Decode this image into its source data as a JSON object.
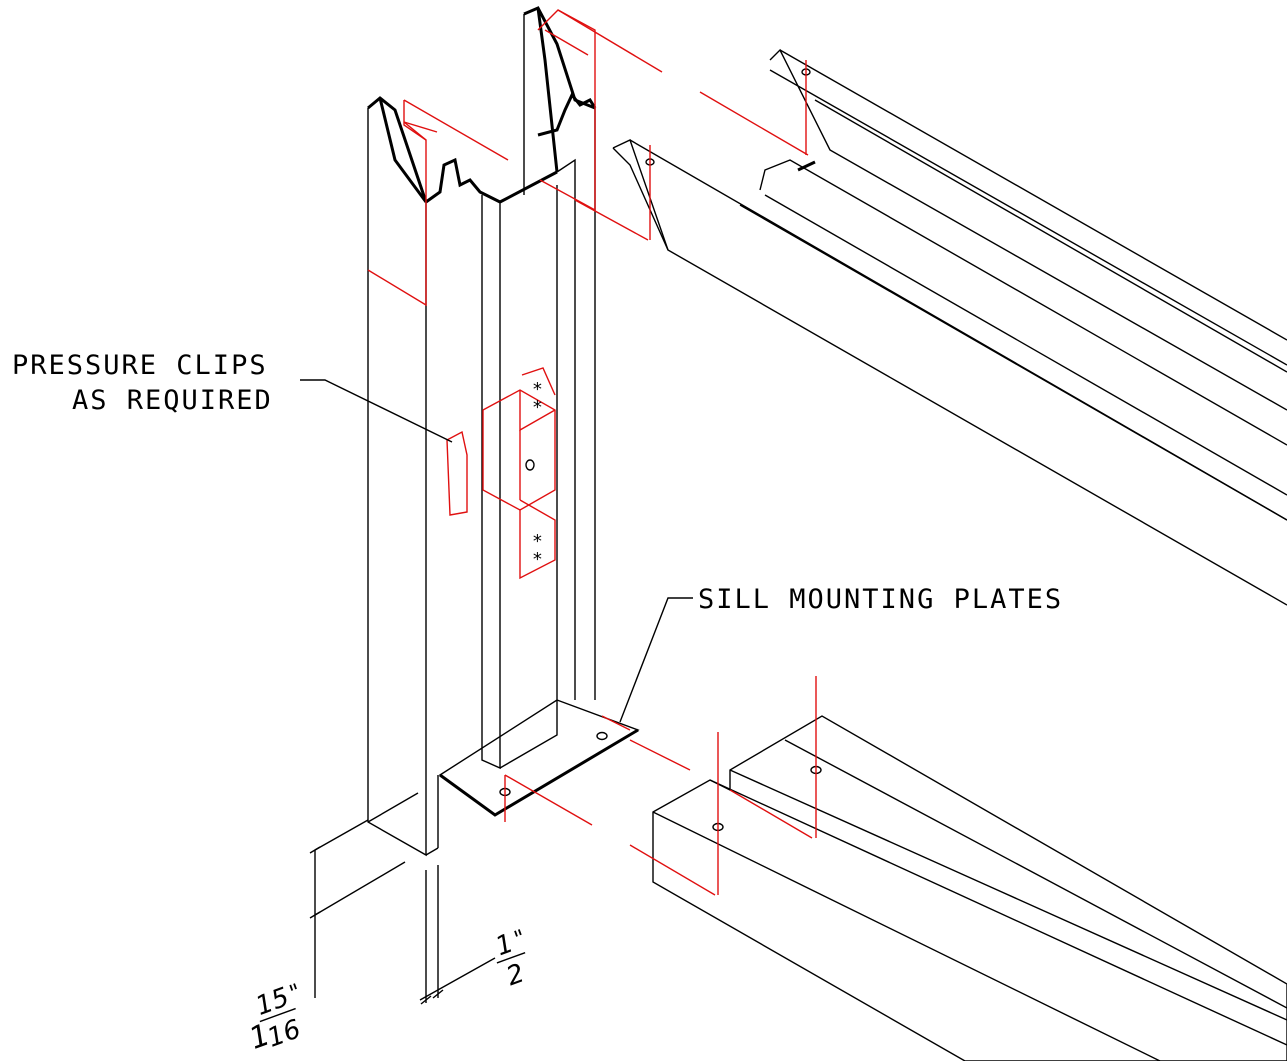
{
  "labels": {
    "pressure_clips_line1": "PRESSURE CLIPS",
    "pressure_clips_line2": "AS REQUIRED",
    "sill_plates": "SILL MOUNTING PLATES"
  },
  "dimensions": {
    "depth": {
      "whole": "1",
      "numerator": "15",
      "denominator": "16",
      "unit": "\""
    },
    "gap": {
      "numerator": "1",
      "denominator": "2",
      "unit": "\""
    }
  },
  "colors": {
    "line": "#000000",
    "hidden_line": "#e01010",
    "background": "#ffffff"
  }
}
